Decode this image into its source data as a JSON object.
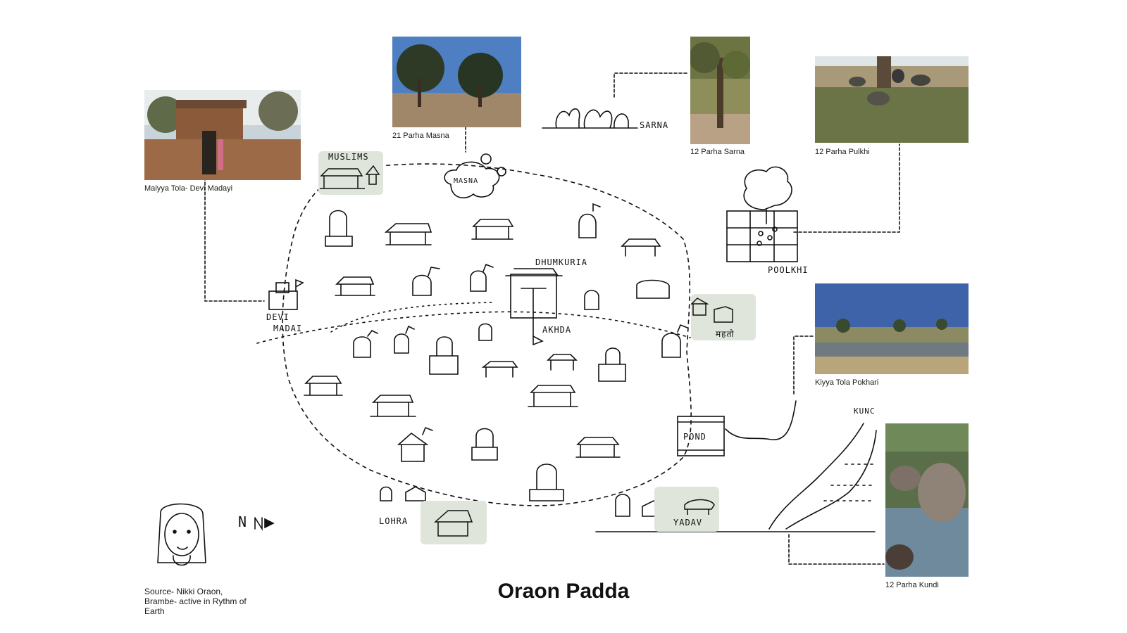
{
  "title": "Oraon Padda",
  "source_text": "Source- Nikki Oraon, Brambe- active in Rythm of Earth",
  "photos": [
    {
      "id": "maiyya",
      "caption": "Maiyya Tola- Devi Madayi"
    },
    {
      "id": "masna",
      "caption": "21 Parha Masna"
    },
    {
      "id": "sarna",
      "caption": "12 Parha Sarna"
    },
    {
      "id": "pulkhi",
      "caption": "12 Parha Pulkhi"
    },
    {
      "id": "pokhari",
      "caption": "Kiyya Tola Pokhari"
    },
    {
      "id": "kundi",
      "caption": "12 Parha Kundi"
    }
  ],
  "sketch_labels": {
    "muslims": "MUSLIMS",
    "masna": "MASNA",
    "sarna": "SARNA",
    "poolkhi": "POOLKHI",
    "dhumkuria": "DHUMKURIA",
    "akhda": "AKHDA",
    "devi_madai_1": "DEVI",
    "devi_madai_2": "MADAI",
    "mahto": "महतो",
    "pond": "POND",
    "kundi": "KUNC",
    "lohra": "LOHRA",
    "yadav": "YADAV",
    "north": "N"
  },
  "colors": {
    "tag_fill": "#dfe5da",
    "ink": "#111111"
  }
}
